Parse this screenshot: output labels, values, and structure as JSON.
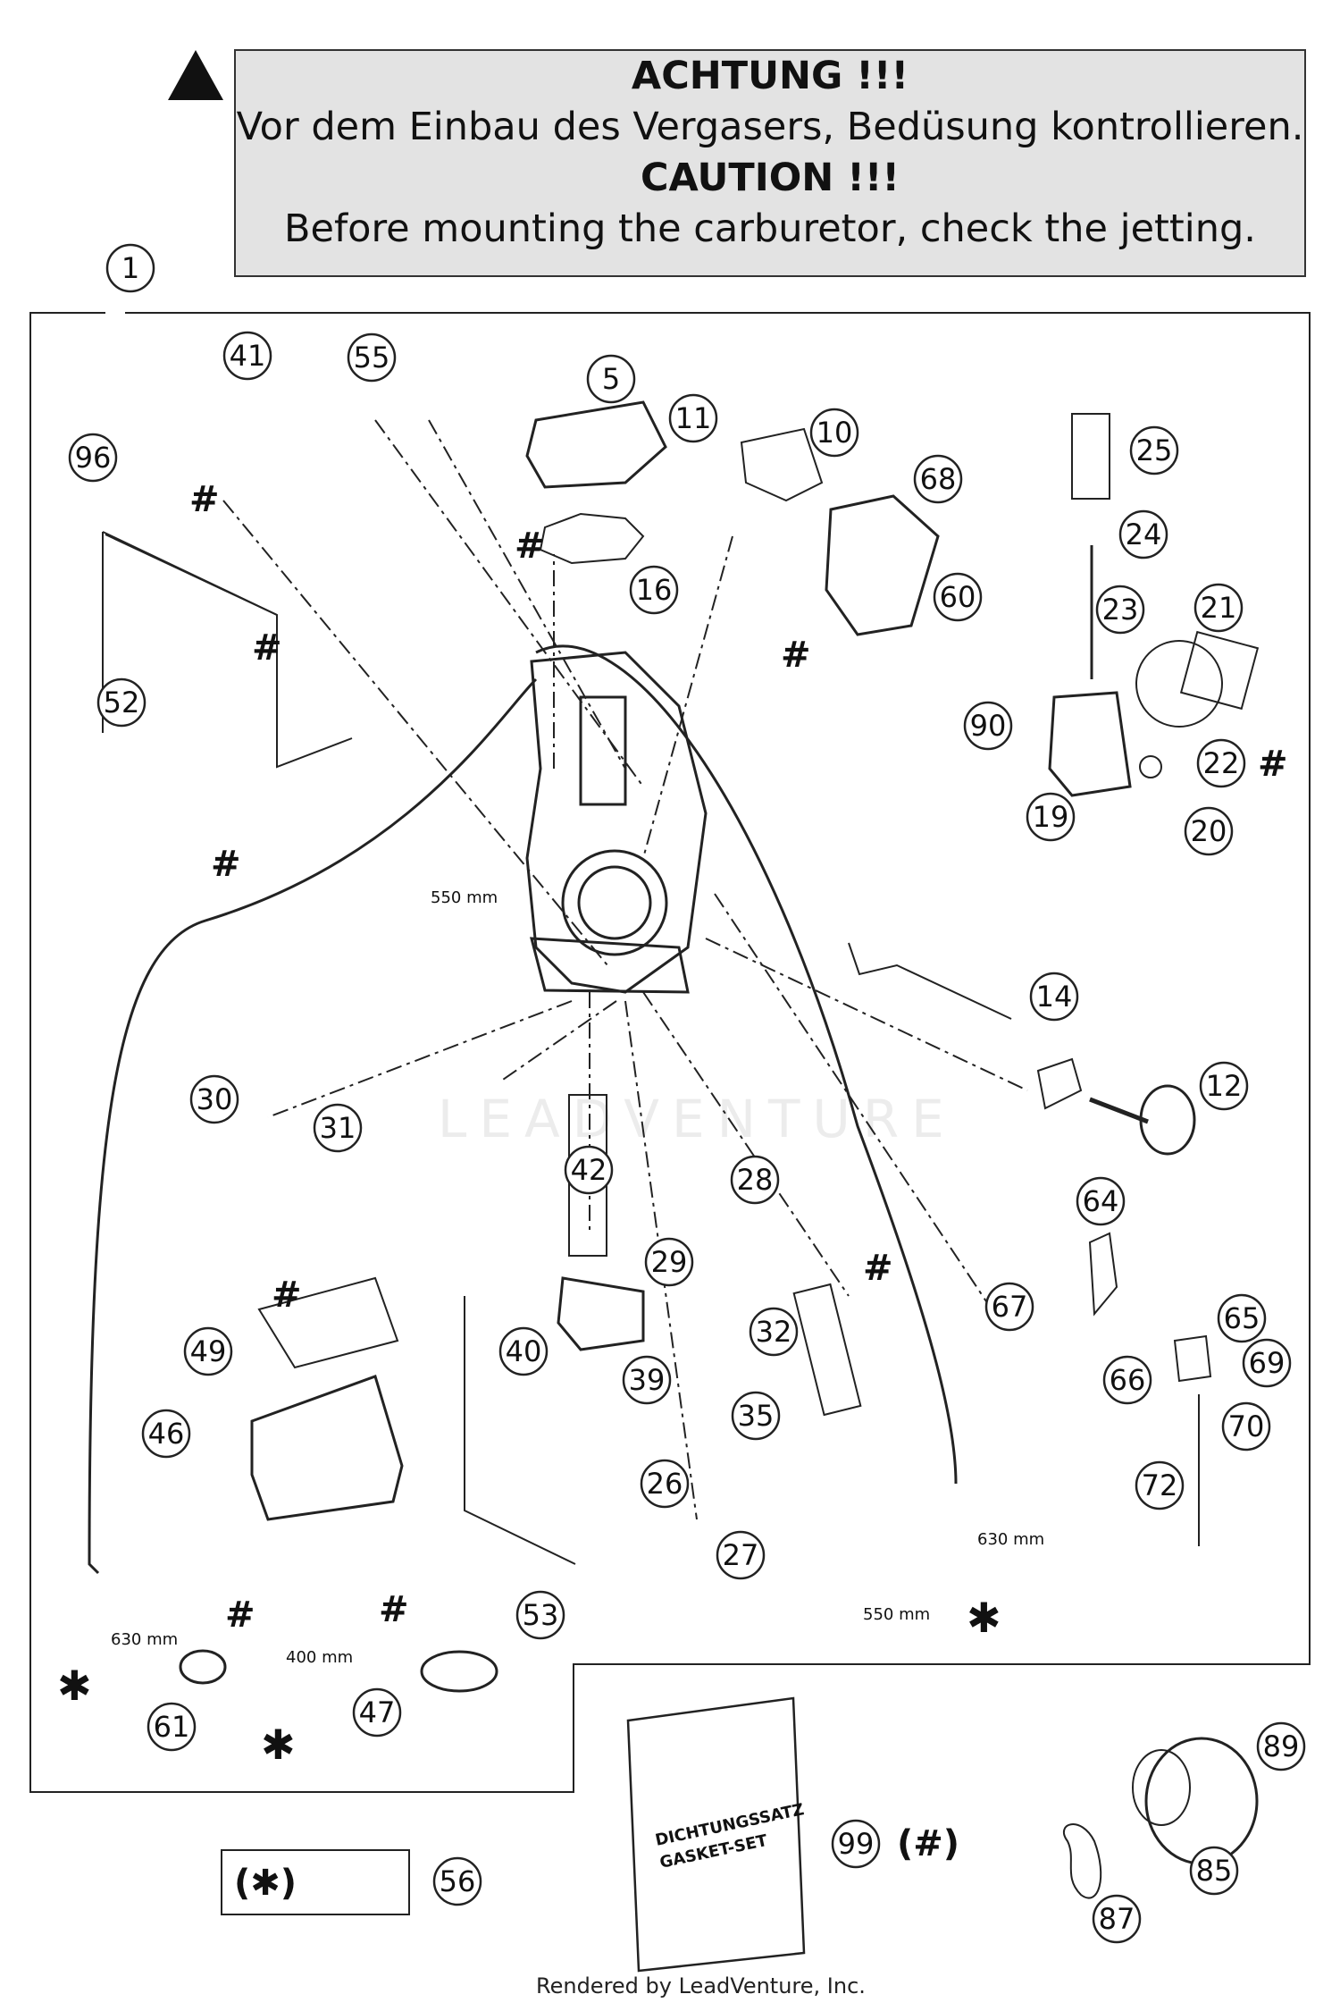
{
  "banner": {
    "line1": "ACHTUNG !!!",
    "line2": "Vor dem Einbau des Vergasers, Bedüsung kontrollieren.",
    "line3": "CAUTION !!!",
    "line4": "Before mounting the carburetor, check the jetting."
  },
  "callouts": [
    "1",
    "41",
    "55",
    "5",
    "11",
    "10",
    "96",
    "68",
    "25",
    "24",
    "60",
    "16",
    "23",
    "21",
    "52",
    "90",
    "22",
    "19",
    "20",
    "14",
    "12",
    "30",
    "31",
    "42",
    "28",
    "64",
    "29",
    "67",
    "65",
    "32",
    "40",
    "39",
    "66",
    "69",
    "49",
    "46",
    "35",
    "70",
    "26",
    "72",
    "27",
    "53",
    "47",
    "61",
    "89",
    "99",
    "85",
    "56",
    "87"
  ],
  "symbols": {
    "hash": "#",
    "star": "✱",
    "star_group": "(✱)",
    "hash_group": "(#)"
  },
  "dimensions": {
    "d550": "550 mm",
    "d630": "630 mm",
    "d400": "400 mm"
  },
  "gasket_set": {
    "line1": "DICHTUNGSSATZ",
    "line2": "GASKET-SET"
  },
  "footer": "Rendered by LeadVenture, Inc.",
  "watermark": "LEADVENTURE"
}
